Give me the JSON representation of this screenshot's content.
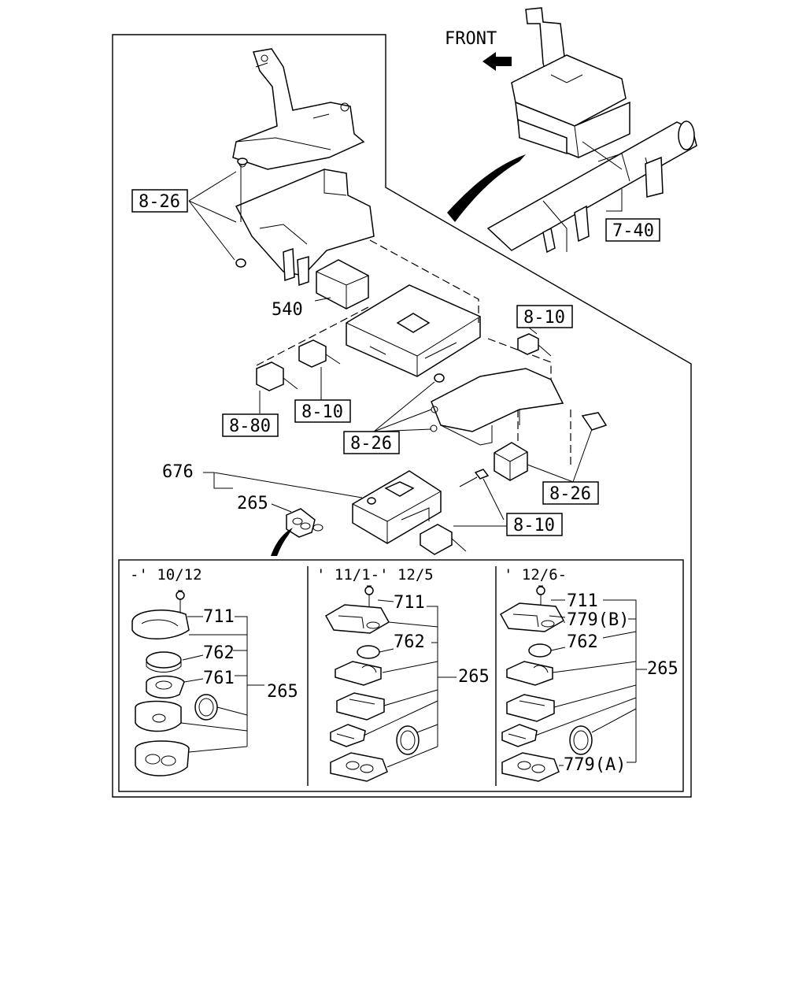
{
  "front_label": "FRONT",
  "callouts": {
    "c_8_26_a": "8-26",
    "c_7_40": "7-40",
    "c_540": "540",
    "c_8_10_a": "8-10",
    "c_8_80": "8-80",
    "c_8_10_b": "8-10",
    "c_8_26_b": "8-26",
    "c_676": "676",
    "c_8_26_c": "8-26",
    "c_265_main": "265",
    "c_8_10_c": "8-10"
  },
  "variants": [
    {
      "header": "-' 10/12",
      "parts": {
        "screw": "711",
        "battery": "762",
        "holder": "761",
        "assy": "265"
      }
    },
    {
      "header": "' 11/1-' 12/5",
      "parts": {
        "screw": "711",
        "battery": "762",
        "assy": "265"
      }
    },
    {
      "header": "' 12/6-",
      "parts": {
        "screw": "711",
        "case_b": "779(B)",
        "battery": "762",
        "assy": "265",
        "case_a": "779(A)"
      }
    }
  ]
}
